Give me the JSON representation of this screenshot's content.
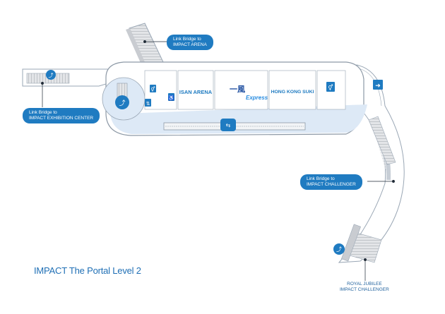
{
  "title": "IMPACT The Portal Level 2",
  "callouts": {
    "arena": {
      "line1": "Link Bridge to",
      "line2": "IMPACT ARENA"
    },
    "exhibition": {
      "line1": "Link Bridge to",
      "line2": "IMPACT EXHIBITION CENTER"
    },
    "challenger": {
      "line1": "Link Bridge to",
      "line2": "IMPACT CHALLENGER"
    }
  },
  "royal_label": {
    "line1": "ROYAL JUBILEE",
    "line2": "IMPACT CHALLENGER"
  },
  "stores": {
    "isan_arena": "ISAN ARENA",
    "yoshinoya": "Express",
    "hong_kong_suki": "HONG KONG SUKI"
  },
  "colors": {
    "accent": "#1f7bc1",
    "corridor": "#dde9f6",
    "wall": "#9aa7b5",
    "stairs": "#b9bcc0"
  },
  "icons": [
    "escalator-icon",
    "elevator-icon",
    "restroom-icon",
    "wheelchair-icon",
    "exit-icon",
    "moving-walkway-icon"
  ]
}
